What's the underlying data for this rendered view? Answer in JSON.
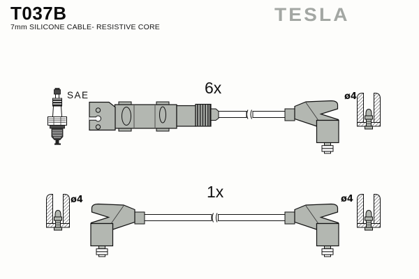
{
  "header": {
    "part_number": "T037B",
    "subtitle": "7mm SILICONE CABLE- RESISTIVE CORE",
    "brand_logo": "TESLA"
  },
  "diagram": {
    "main_cable": {
      "quantity_label": "6x",
      "spark_plug_standard_label": "SAE",
      "terminal_diameter_label": "ø4"
    },
    "single_cable": {
      "quantity_label": "1x",
      "terminal_diameter_left_label": "ø4",
      "terminal_diameter_right_label": "ø4"
    }
  },
  "colors": {
    "part_fill_gray": "#b3b7b1",
    "logo_gray": "#a3a7a3",
    "outline": "#111111",
    "background": "#fdfdfb"
  }
}
